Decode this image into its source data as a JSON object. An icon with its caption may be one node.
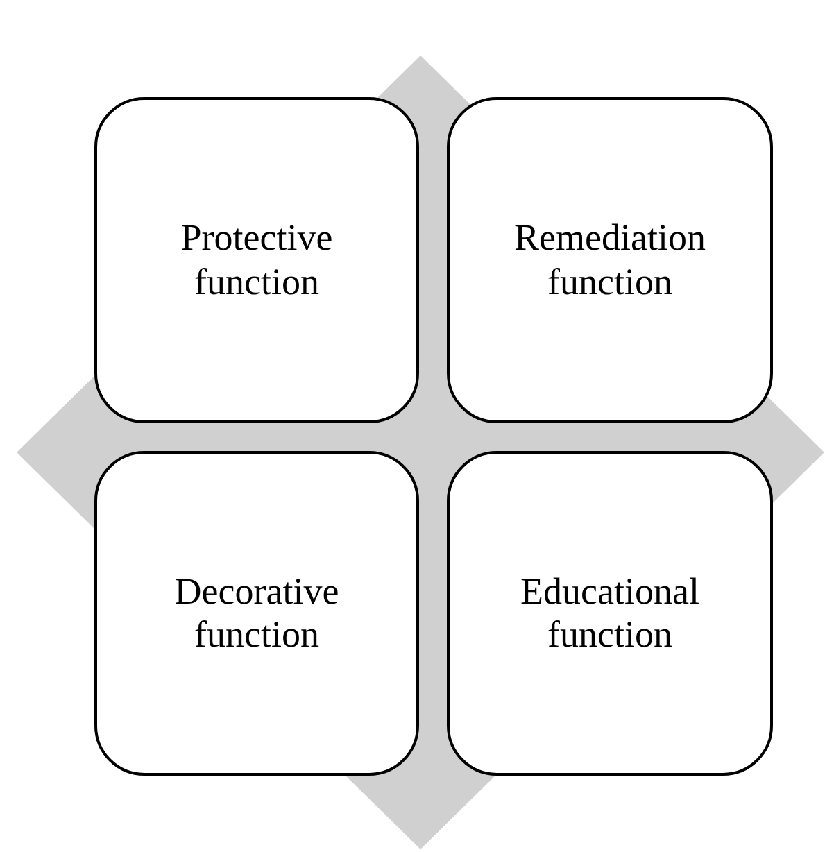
{
  "diagram": {
    "nodes": [
      {
        "text": [],
        "shape": "diamond"
      },
      {
        "text": [
          "Protective function"
        ],
        "in": 0
      },
      {
        "text": [
          "Remediation function"
        ],
        "in": 0
      },
      {
        "text": [
          "Decorative function"
        ],
        "in": 0
      },
      {
        "text": [
          "Educational function"
        ],
        "in": 0
      }
    ]
  }
}
